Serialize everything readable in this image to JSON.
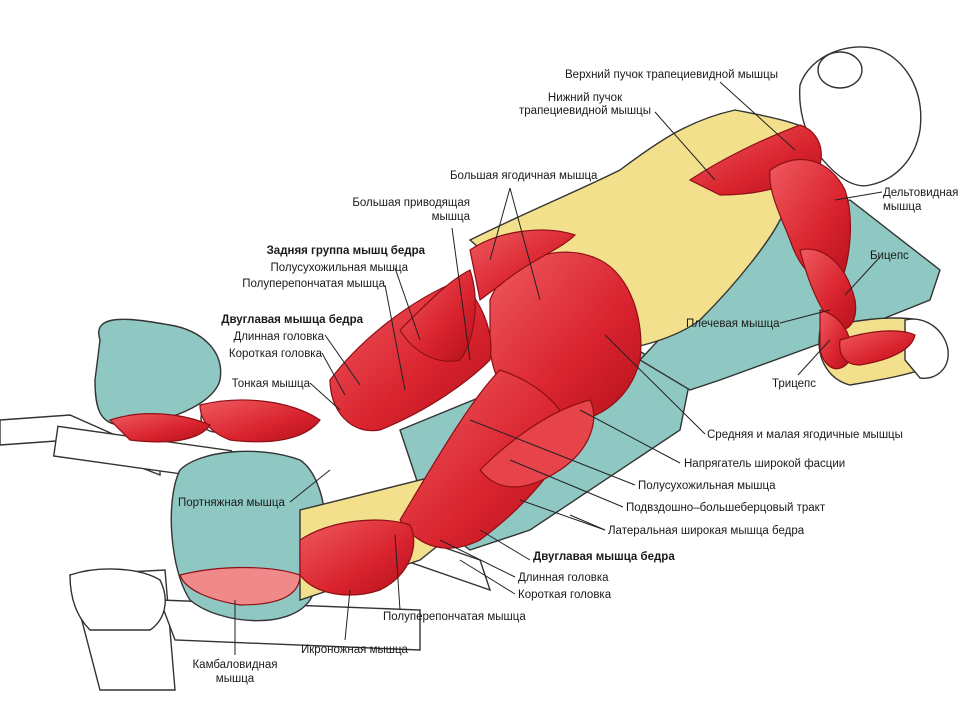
{
  "labels": {
    "upper_trapezius": "Верхний пучок трапециевидной мышцы",
    "lower_trapezius_1": "Нижний пучок",
    "lower_trapezius_2": "трапециевидной мышцы",
    "gluteus_maximus": "Большая ягодичная мышца",
    "adductor_magnus_1": "Большая приводящая",
    "adductor_magnus_2": "мышца",
    "deltoid_1": "Дельтовидная",
    "deltoid_2": "мышца",
    "biceps": "Бицепс",
    "hamstrings_top": "Задняя группа мышц бедра",
    "semitendinosus_top": "Полусухожильная мышца",
    "semimembranosus_top": "Полуперепончатая мышца",
    "biceps_femoris_top": "Двуглавая мышца бедра",
    "long_head_top": "Длинная головка",
    "short_head_top": "Короткая головка",
    "gracilis": "Тонкая мышца",
    "brachialis": "Плечевая мышца",
    "triceps": "Трицепс",
    "gluteus_med_min": "Средняя и малая ягодичные мышцы",
    "tensor_fasciae": "Напрягатель широкой фасции",
    "sartorius": "Портняжная мышца",
    "semitendinosus_bot": "Полусухожильная мышца",
    "iliotibial": "Подвздошно–большеберцовый тракт",
    "vastus_lateralis": "Латеральная широкая мышца бедра",
    "biceps_femoris_bot": "Двуглавая мышца бедра",
    "long_head_bot": "Длинная головка",
    "short_head_bot": "Короткая головка",
    "semimembranosus_bot": "Полуперепончатая мышца",
    "gastrocnemius": "Икроножная мышца",
    "soleus_1": "Камбаловидная",
    "soleus_2": "мышца"
  },
  "colors": {
    "muscle": "#d9232e",
    "muscle_dark": "#9e1018",
    "muscle_light": "#f08a8a",
    "skin": "#f3e08c",
    "pad": "#8fc8c2",
    "pad_dark": "#5e9e98",
    "outline": "#333333"
  }
}
